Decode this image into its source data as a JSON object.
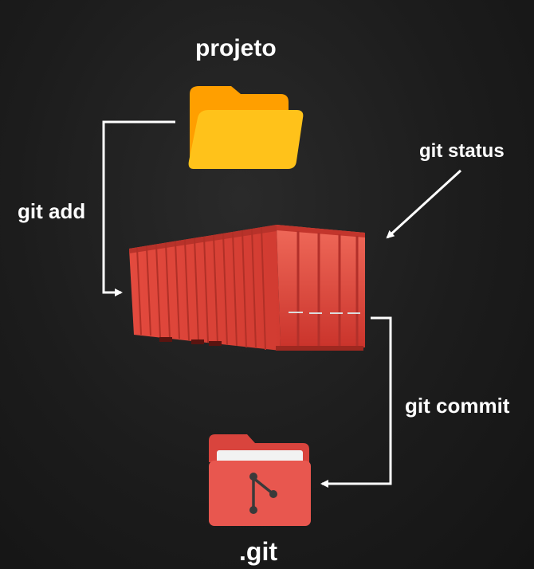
{
  "nodes": {
    "working_folder": {
      "label": "projeto"
    },
    "staging_container": {
      "label": ""
    },
    "repository_folder": {
      "label": ".git"
    }
  },
  "edges": {
    "add": {
      "label": "git add"
    },
    "status": {
      "label": "git status"
    },
    "commit": {
      "label": "git commit"
    }
  },
  "colors": {
    "background": "#1c1c1c",
    "folder_yellow": "#ffc21a",
    "folder_yellow_back": "#ff9f00",
    "container_red": "#e2453a",
    "git_folder_red": "#e8574f",
    "arrow": "#ffffff"
  },
  "icons": [
    "folder-icon",
    "shipping-container-icon",
    "git-folder-icon",
    "git-branch-icon"
  ]
}
